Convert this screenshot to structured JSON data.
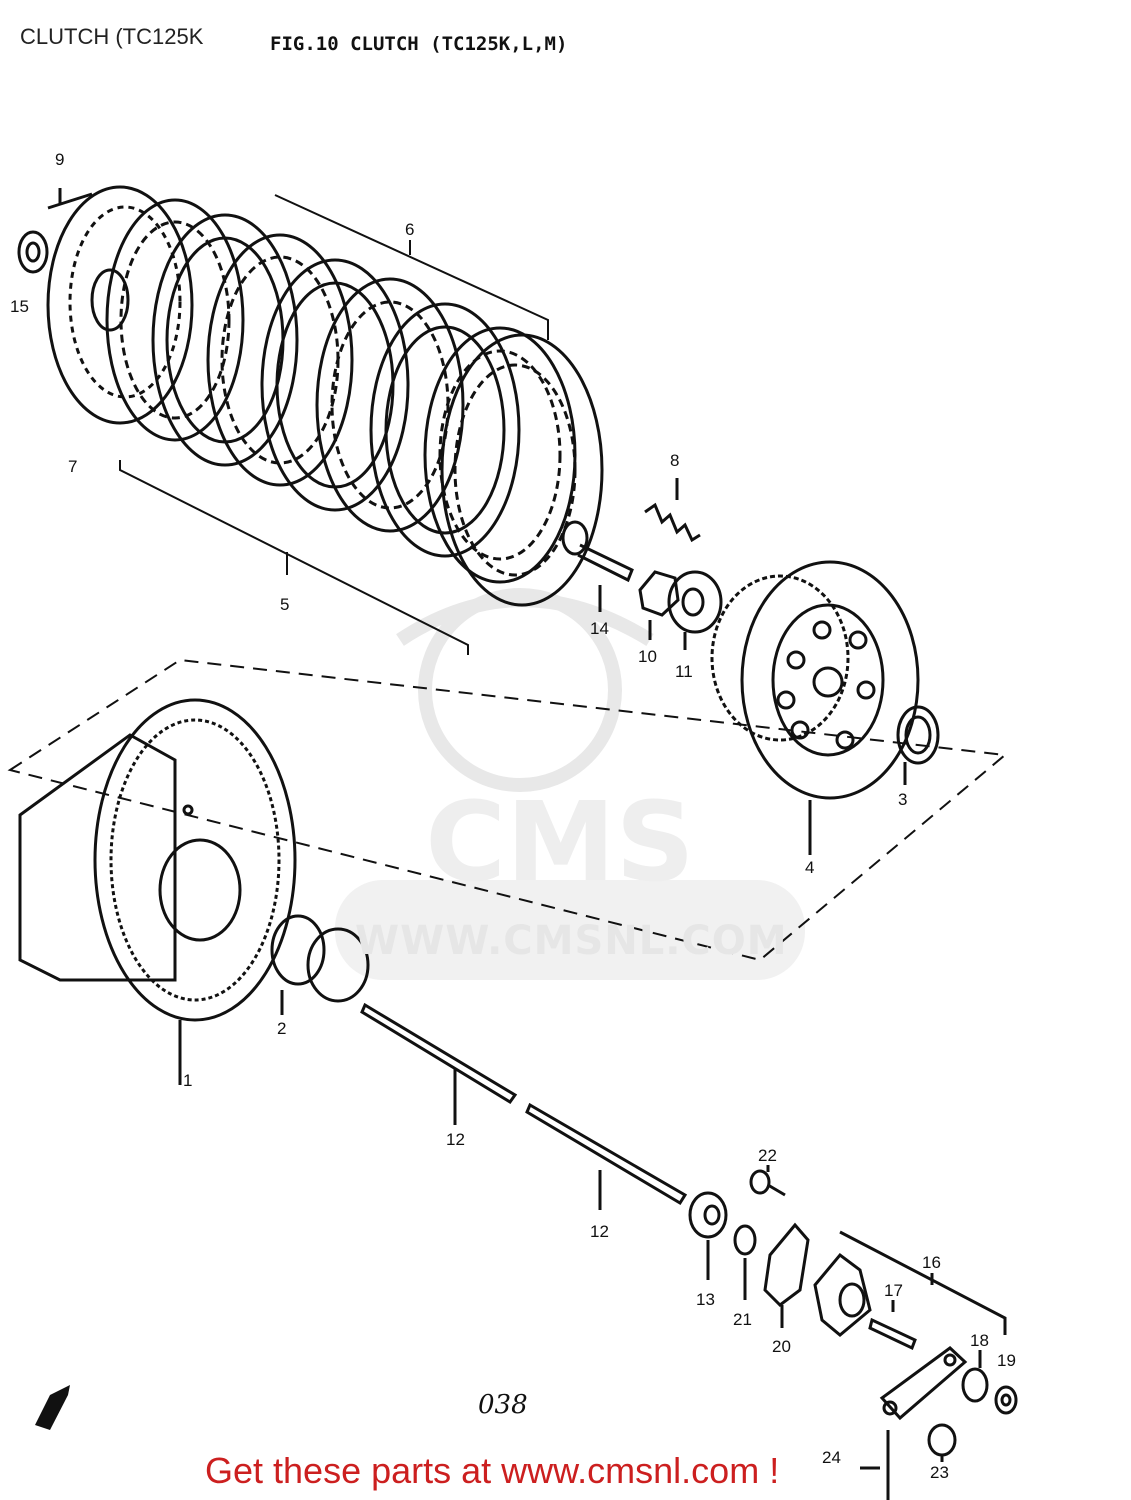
{
  "header": {
    "caption": "CLUTCH (TC125K",
    "figure_title": "FIG.10  CLUTCH (TC125K,L,M)"
  },
  "watermark": {
    "logo_text": "CMS",
    "site": "WWW.CMSNL.COM"
  },
  "page_number": "038",
  "footer": {
    "cta": "Get these parts at www.cmsnl.com !"
  },
  "callouts": [
    {
      "id": "c1",
      "label": "1"
    },
    {
      "id": "c2",
      "label": "2"
    },
    {
      "id": "c3",
      "label": "3"
    },
    {
      "id": "c4",
      "label": "4"
    },
    {
      "id": "c5",
      "label": "5"
    },
    {
      "id": "c6",
      "label": "6"
    },
    {
      "id": "c7",
      "label": "7"
    },
    {
      "id": "c8",
      "label": "8"
    },
    {
      "id": "c9",
      "label": "9"
    },
    {
      "id": "c10",
      "label": "10"
    },
    {
      "id": "c11",
      "label": "11"
    },
    {
      "id": "c12a",
      "label": "12"
    },
    {
      "id": "c12b",
      "label": "12"
    },
    {
      "id": "c13",
      "label": "13"
    },
    {
      "id": "c14",
      "label": "14"
    },
    {
      "id": "c15",
      "label": "15"
    },
    {
      "id": "c16",
      "label": "16"
    },
    {
      "id": "c17",
      "label": "17"
    },
    {
      "id": "c18",
      "label": "18"
    },
    {
      "id": "c19",
      "label": "19"
    },
    {
      "id": "c20",
      "label": "20"
    },
    {
      "id": "c21",
      "label": "21"
    },
    {
      "id": "c22",
      "label": "22"
    },
    {
      "id": "c23",
      "label": "23"
    },
    {
      "id": "c24",
      "label": "24"
    }
  ],
  "colors": {
    "ink": "#111111",
    "watermark": "#e6e6e6",
    "cta": "#cc1f1f"
  }
}
